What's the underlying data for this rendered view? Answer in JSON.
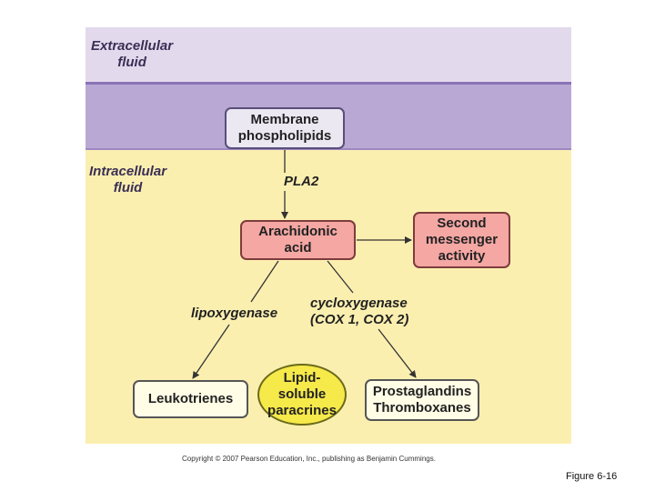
{
  "regions": {
    "extracellular": "Extracellular\nfluid",
    "intracellular": "Intracellular\nfluid"
  },
  "nodes": {
    "membrane": "Membrane\nphospholipids",
    "arachidonic": "Arachidonic\nacid",
    "second_messenger": "Second\nmessenger\nactivity",
    "leukotrienes": "Leukotrienes",
    "prostaglandins": "Prostaglandins\nThromboxanes",
    "lipid_paracrines": "Lipid-\nsoluble\nparacrines"
  },
  "enzymes": {
    "pla2": "PLA2",
    "lipoxygenase": "lipoxygenase",
    "cyclooxygenase": "cycloxygenase\n(COX 1, COX 2)"
  },
  "copyright": "Copyright © 2007 Pearson Education, Inc., publishing as Benjamin Cummings.",
  "figure_label": "Figure 6-16",
  "colors": {
    "extracellular_band": "#e3d9ec",
    "membrane_band": "#b9a8d3",
    "intracellular_band": "#fbefb0",
    "enzyme_box": "#f4a7a3",
    "product_box": "#fffde6",
    "paracrine_ellipse": "#f6e94a"
  }
}
